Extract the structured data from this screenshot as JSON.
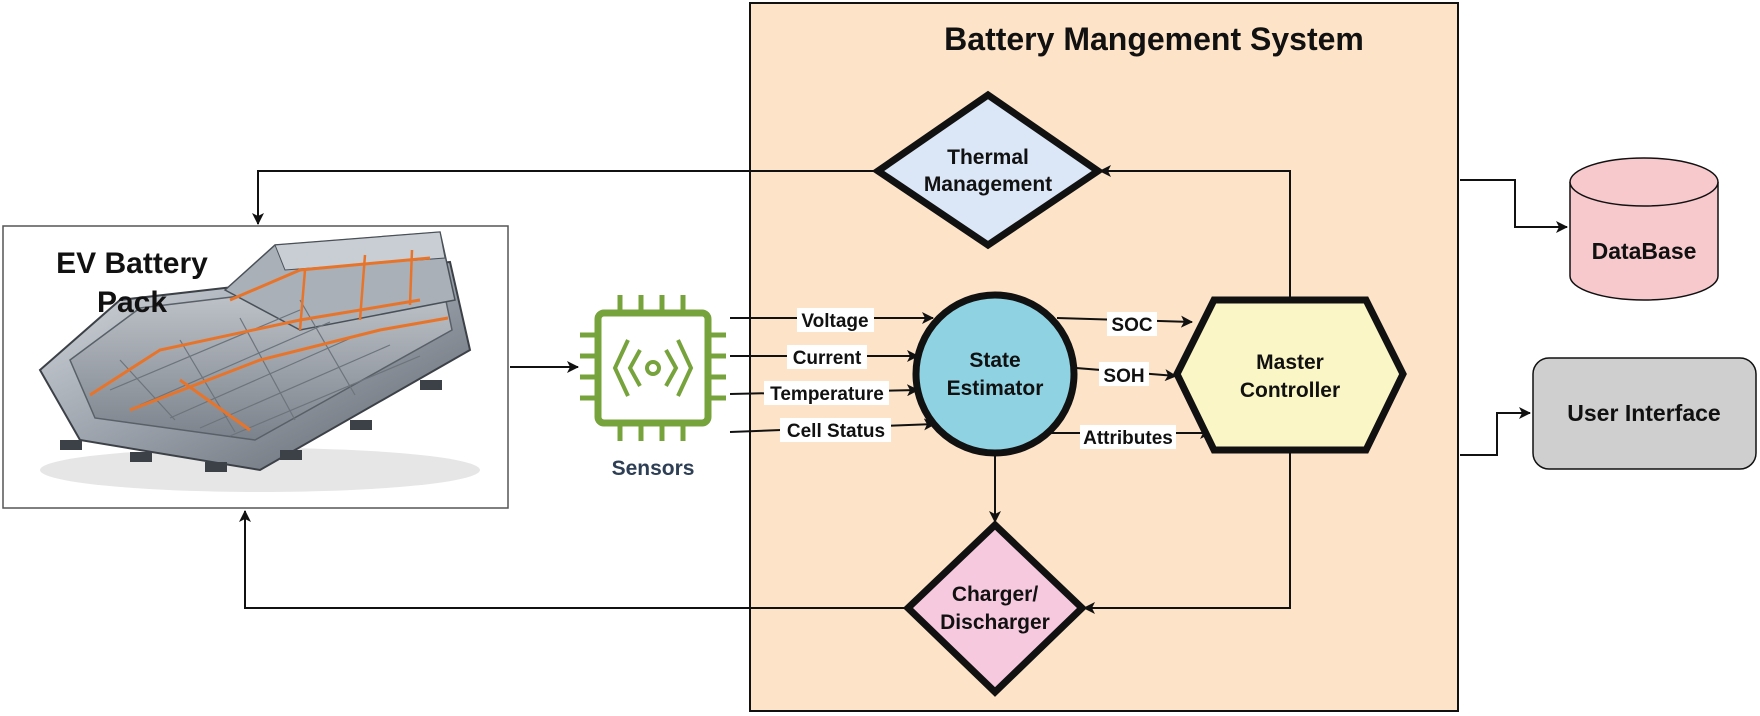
{
  "bms": {
    "title": "Battery Mangement System",
    "fill": "#fde3c8"
  },
  "battery_pack": {
    "title_line1": "EV Battery",
    "title_line2": "Pack"
  },
  "sensors": {
    "label": "Sensors",
    "icon": "chip-sensor-icon",
    "color": "#77a33d"
  },
  "signals": {
    "voltage": "Voltage",
    "current": "Current",
    "temperature": "Temperature",
    "cell_status": "Cell Status",
    "soc": "SOC",
    "soh": "SOH",
    "attributes": "Attributes"
  },
  "nodes": {
    "thermal": {
      "line1": "Thermal",
      "line2": "Management",
      "fill": "#dbe6f6"
    },
    "state_estimator": {
      "line1": "State",
      "line2": "Estimator",
      "fill": "#8fd3e3"
    },
    "master_controller": {
      "line1": "Master",
      "line2": "Controller",
      "fill": "#fbf6c6"
    },
    "charger": {
      "line1": "Charger/",
      "line2": "Discharger",
      "fill": "#f7c9de"
    }
  },
  "database": {
    "label": "DataBase",
    "fill": "#f7c9cd"
  },
  "user_interface": {
    "label": "User Interface",
    "fill": "#cfcfcf"
  }
}
